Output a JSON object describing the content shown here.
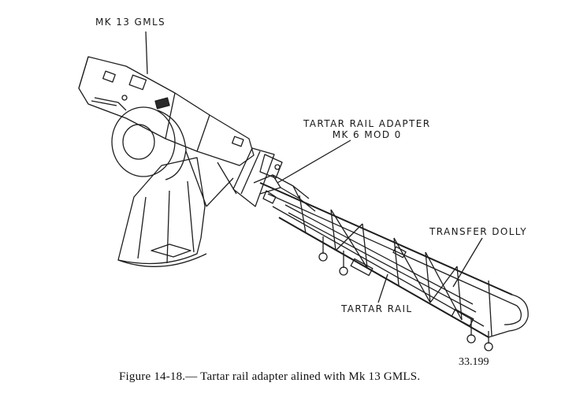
{
  "labels": {
    "mk13": "MK 13 GMLS",
    "adapter_line1": "TARTAR RAIL ADAPTER",
    "adapter_line2": "MK 6 MOD 0",
    "dolly": "TRANSFER DOLLY",
    "rail": "TARTAR RAIL"
  },
  "figure": {
    "number": "33.199",
    "caption": "Figure 14-18.— Tartar rail adapter alined with Mk 13 GMLS."
  }
}
